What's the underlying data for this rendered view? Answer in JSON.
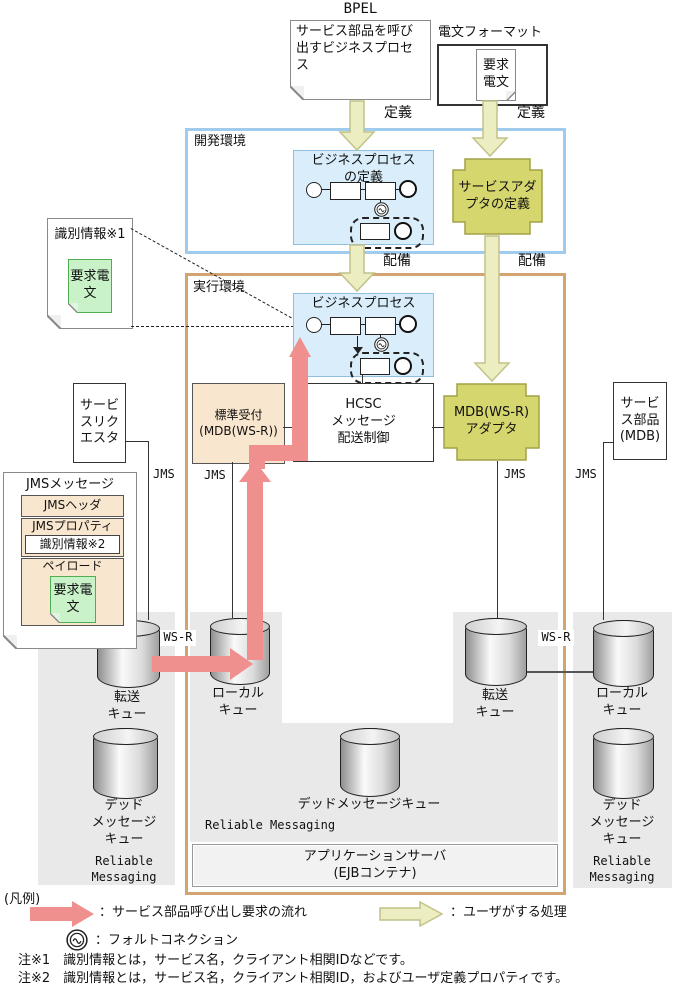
{
  "top": {
    "bpel_label": "BPEL",
    "bpel_doc": "サービス部品を呼び出すビジネスプロセス",
    "format_title": "電文フォーマット",
    "format_doc": "要求電文",
    "define_label": "定義",
    "deploy_label": "配備"
  },
  "dev_env": {
    "title": "開発環境",
    "bp_definition": "ビジネスプロセス\nの定義",
    "adapter_definition": "サービスアダ\nプタの定義"
  },
  "exec_env": {
    "title": "実行環境",
    "business_process": "ビジネスプロセス",
    "standard_reception": "標準受付\n(MDB(WS-R))",
    "hcsc": "HCSC\nメッセージ\n配送制御",
    "mdb_adapter": "MDB(WS-R)\nアダプタ",
    "app_server": "アプリケーションサーバ\n(EJBコンテナ)",
    "reliable_messaging": "Reliable Messaging"
  },
  "id_note": {
    "title": "識別情報※1",
    "doc": "要求電文"
  },
  "jms_note": {
    "title": "JMSメッセージ",
    "header": "JMSヘッダ",
    "property": "JMSプロパティ",
    "property_value": "識別情報※2",
    "payload": "ペイロード",
    "payload_doc": "要求電文"
  },
  "nodes": {
    "service_requester": "サービスリクエスタ",
    "service_parts": "サービス部品(MDB)"
  },
  "labels": {
    "jms": "JMS",
    "wsr": "WS-R",
    "rm_two_line": "Reliable\nMessaging"
  },
  "queues": {
    "transfer": "転送\nキュー",
    "local": "ローカル\nキュー",
    "dead": "デッド\nメッセージ\nキュー",
    "dead_inline": "デッドメッセージキュー"
  },
  "legend": {
    "title": "(凡例)",
    "flow_label": "：サービス部品呼び出し要求の流れ",
    "fault_label": "：フォルトコネクション",
    "user_label": "：ユーザがする処理",
    "note1": "注※1　識別情報とは，サービス名，クライアント相関IDなどです。",
    "note2": "注※2　識別情報とは，サービス名，クライアント相関ID，およびユーザ定義プロパティです。"
  },
  "colors": {
    "dev_border": "#9fcbee",
    "exec_border": "#d2a470",
    "pink_flow": "#f0908e",
    "user_arrow": "#ededc2",
    "olive_box": "#d6d66e"
  }
}
